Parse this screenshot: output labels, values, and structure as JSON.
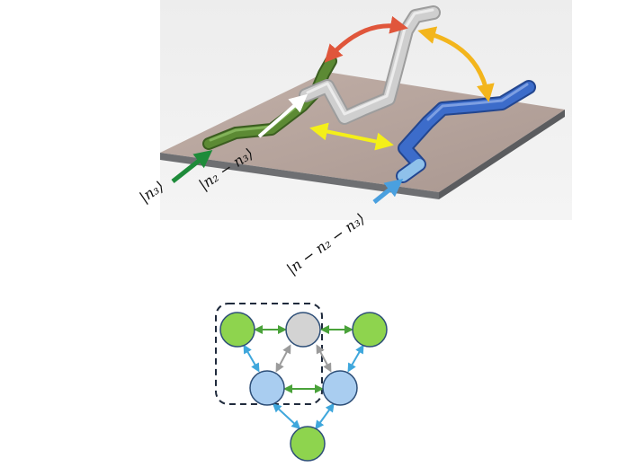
{
  "labels": {
    "n3": "|n₃⟩",
    "n2_minus_n3": "|n₂ − n₃⟩",
    "n_minus_n2_minus_n3": "|n − n₂ − n₃⟩"
  },
  "colors": {
    "plate_top": "#b6a49c",
    "plate_side": "#6e6f72",
    "green_tube": "#4e7a2c",
    "gray_tube": "#c8c8c8",
    "blue_tube": "#3a67c4",
    "light_blue_tube": "#8fc1ea",
    "red_arrow": "#e0563b",
    "orange_arrow": "#f3b51c",
    "yellow_arrow": "#f4ef19",
    "white_arrow": "#ffffff",
    "input_green_arrow": "#1e8b3a",
    "input_blue_arrow": "#4aa0df",
    "node_green": "#8ed44e",
    "node_gray": "#d3d3d3",
    "node_blue": "#a9cdf0",
    "edge_green": "#4aa23a",
    "edge_gray": "#9b9b9b",
    "edge_blue": "#3fa7dc",
    "dashed_box": "#1f2a3c"
  }
}
